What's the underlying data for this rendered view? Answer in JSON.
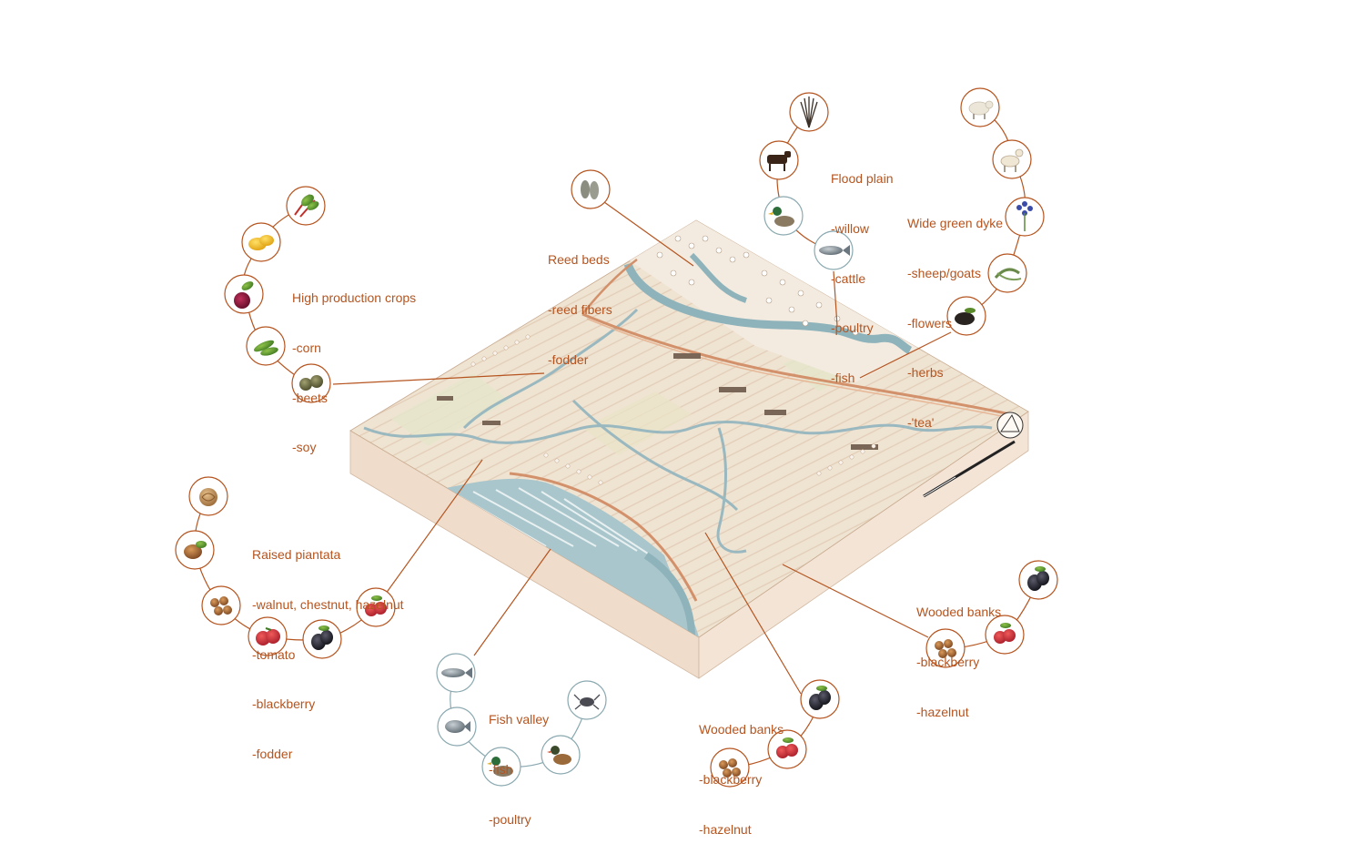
{
  "colors": {
    "accent": "#b5541f",
    "accent_water": "#8aa9b0",
    "land": "#efe3d2",
    "water": "#a9c6cc",
    "block_side": "#ecd9c7"
  },
  "groups": {
    "reed": {
      "title": "Reed beds",
      "items": [
        "-reed fibers",
        "-fodder"
      ],
      "icons": [
        "reed-bundle-icon"
      ]
    },
    "flood": {
      "title": "Flood plain",
      "items": [
        "-willow",
        "-cattle",
        "-poultry",
        "-fish"
      ],
      "icons": [
        "willow-icon",
        "cow-icon",
        "duck-icon",
        "fish-icon"
      ]
    },
    "dyke": {
      "title": "Wide green dyke",
      "items": [
        "-sheep/goats",
        "-flowers",
        "-herbs",
        "-'tea'"
      ],
      "icons": [
        "sheep-icon",
        "goat-icon",
        "flower-icon",
        "herb-icon",
        "tea-icon"
      ]
    },
    "crops": {
      "title": "High production crops",
      "items": [
        "-corn",
        "-beets",
        "-soy"
      ],
      "icons": [
        "chard-icon",
        "pepper-icon",
        "beet-icon",
        "soy-icon",
        "seed-icon"
      ]
    },
    "piantata": {
      "title": "Raised piantata",
      "items": [
        "-walnut, chestnut, hazelnut",
        "-tomato",
        "-blackberry",
        "-fodder"
      ],
      "icons": [
        "walnut-icon",
        "chestnut-icon",
        "hazelnut-icon",
        "tomato-icon",
        "blackberry-icon",
        "raspberry-icon"
      ]
    },
    "fishvalley": {
      "title": "Fish valley",
      "items": [
        "-fish",
        "-poultry"
      ],
      "icons": [
        "fish-icon",
        "crab-icon",
        "bream-icon",
        "mallard-icon",
        "wood-duck-icon"
      ]
    },
    "wooded1": {
      "title": "Wooded banks",
      "items": [
        "-blackberry",
        "-hazelnut"
      ],
      "icons": [
        "blackberry-icon",
        "raspberry-icon",
        "hazelnut-icon"
      ]
    },
    "wooded2": {
      "title": "Wooded banks",
      "items": [
        "-blackberry",
        "-hazelnut"
      ],
      "icons": [
        "blackberry-icon",
        "raspberry-icon",
        "hazelnut-icon"
      ]
    }
  }
}
